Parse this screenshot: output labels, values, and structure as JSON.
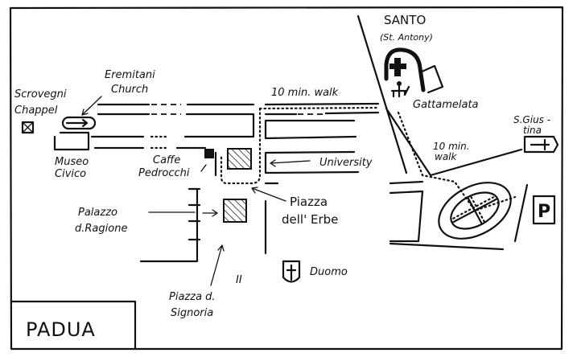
{
  "map": {
    "title": "PADUA",
    "labels": {
      "scrovegni_1": "Scrovegni",
      "scrovegni_2": "Chappel",
      "eremitani_1": "Eremitani",
      "eremitani_2": "Church",
      "museo_1": "Museo",
      "museo_2": "Civico",
      "caffe_1": "Caffe",
      "caffe_2": "Pedrocchi",
      "walk_top": "10 min. walk",
      "university": "University",
      "palazzo_1": "Palazzo",
      "palazzo_2": "d.Ragione",
      "erbe_1": "Piazza",
      "erbe_2": "dell' Erbe",
      "signoria_1": "Piazza d.",
      "signoria_2": "Signoria",
      "duomo": "Duomo",
      "santo_1": "SANTO",
      "santo_2": "(St. Antony)",
      "gattamelata": "Gattamelata",
      "giustina_1": "S.Gius -",
      "giustina_2": "tina",
      "walk_right_1": "10 min.",
      "walk_right_2": "walk",
      "parking": "P",
      "ii_mark": "II"
    },
    "icons": [
      "church-icon",
      "chapel-icon",
      "cafe-icon",
      "parking-icon",
      "statue-icon",
      "hatched-square-icon"
    ]
  }
}
